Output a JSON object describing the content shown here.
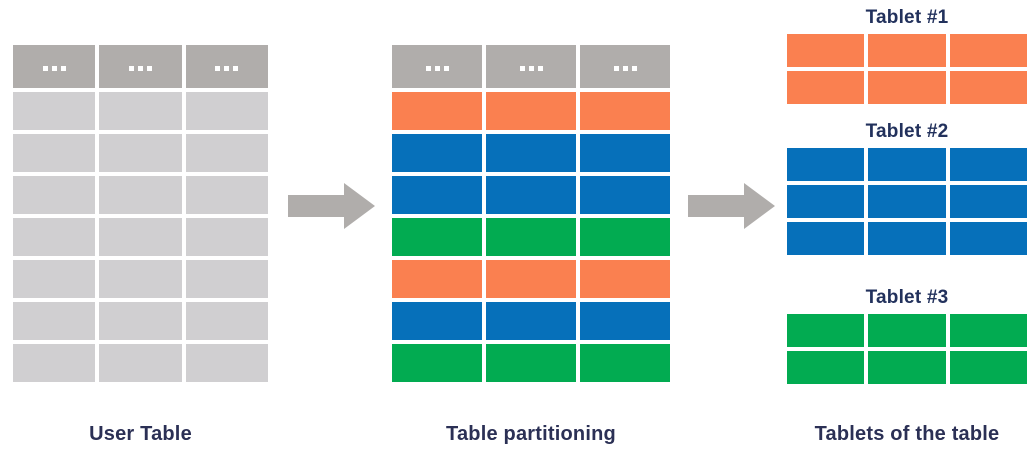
{
  "palette": {
    "header_gray": "#b0adab",
    "cell_gray": "#d0cfd1",
    "orange": "#fa8050",
    "blue": "#0670ba",
    "green": "#02ab51",
    "arrow_gray": "#b0adab",
    "text_navy": "#2b3055",
    "title_navy": "#22315c",
    "background": "#ffffff"
  },
  "user_table": {
    "caption": "User Table",
    "columns": 3,
    "header_cells": [
      "...",
      "...",
      "..."
    ],
    "body_rows": 7,
    "row_color": "cell_gray"
  },
  "partition_table": {
    "caption": "Table partitioning",
    "columns": 3,
    "header_cells": [
      "...",
      "...",
      "..."
    ],
    "row_colors": [
      "orange",
      "blue",
      "blue",
      "green",
      "orange",
      "blue",
      "green"
    ]
  },
  "tablets_section": {
    "caption": "Tablets of the table",
    "tablets": [
      {
        "title": "Tablet #1",
        "color": "orange",
        "rows": 2,
        "columns": 3
      },
      {
        "title": "Tablet #2",
        "color": "blue",
        "rows": 3,
        "columns": 3
      },
      {
        "title": "Tablet #3",
        "color": "green",
        "rows": 2,
        "columns": 3
      }
    ]
  },
  "arrows": [
    {
      "name": "arrow-user-to-partition",
      "direction": "right"
    },
    {
      "name": "arrow-partition-to-tablets",
      "direction": "right"
    }
  ]
}
